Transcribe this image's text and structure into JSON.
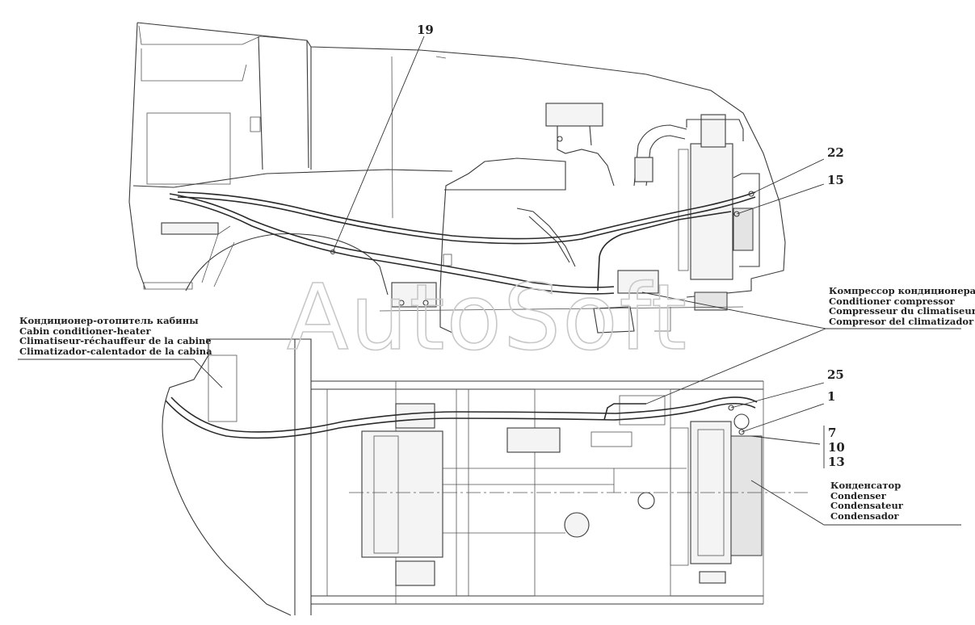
{
  "watermark": "AutoSoft",
  "callouts": {
    "n19": "19",
    "n22": "22",
    "n15": "15",
    "n25": "25",
    "n1": "1",
    "n7": "7",
    "n10": "10",
    "n13": "13"
  },
  "labels": {
    "cabin_heater": {
      "ru": "Кондиционер-отопитель кабины",
      "en": "Cabin conditioner-heater",
      "fr": "Climatiseur-réchauffeur de la cabine",
      "es": "Climatizador-calentador de la cabina"
    },
    "compressor": {
      "ru": "Компрессор кондиционера",
      "en": "Conditioner compressor",
      "fr": "Compresseur du climatiseur",
      "es": "Compresor del climatizador"
    },
    "condenser": {
      "ru": "Конденсатор",
      "en": "Condenser",
      "fr": "Condensateur",
      "es": "Condensador"
    }
  }
}
